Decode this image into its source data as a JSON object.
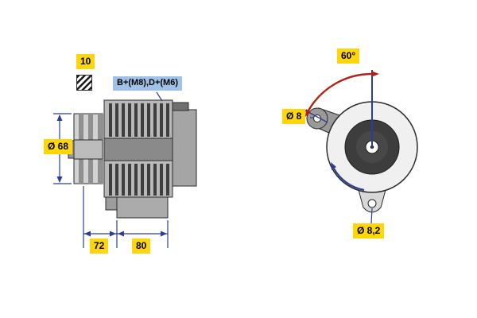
{
  "side_view": {
    "belt_width_label": "10",
    "belt_section_icon": "hatch-pattern",
    "terminals_label": "B+(M8),D+(M6)",
    "pulley_diameter_label": "Ø 68",
    "dimension_front_label": "72",
    "dimension_rear_label": "80"
  },
  "front_view": {
    "mount_angle_label": "60°",
    "ear_hole_label": "Ø 8",
    "foot_hole_label": "Ø 8,2"
  },
  "colors": {
    "label_yellow_bg": "#ffd60a",
    "label_blue_bg": "#9fc3e8",
    "dimension_line_blue": "#2c3e92",
    "angle_arc_red": "#b02418",
    "housing_gray": "#b8b8b8",
    "rotor_dark_gray": "#3d3d3d"
  }
}
